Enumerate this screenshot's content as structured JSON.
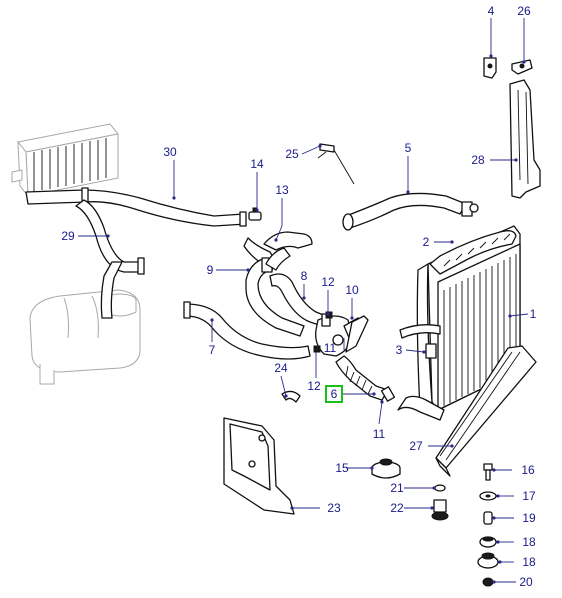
{
  "diagram": {
    "highlighted_callout": "6",
    "colors": {
      "callout_text": "#1a1a8c",
      "highlight_box": "#1bbf1b",
      "part_outline": "#111111",
      "context_outline": "#a8a8a8"
    },
    "callouts": [
      {
        "id": "c4",
        "label": "4"
      },
      {
        "id": "c26",
        "label": "26"
      },
      {
        "id": "c28",
        "label": "28"
      },
      {
        "id": "c5",
        "label": "5"
      },
      {
        "id": "c30",
        "label": "30"
      },
      {
        "id": "c14",
        "label": "14"
      },
      {
        "id": "c25",
        "label": "25"
      },
      {
        "id": "c13",
        "label": "13"
      },
      {
        "id": "c29",
        "label": "29"
      },
      {
        "id": "c2",
        "label": "2"
      },
      {
        "id": "c9",
        "label": "9"
      },
      {
        "id": "c8",
        "label": "8"
      },
      {
        "id": "c12a",
        "label": "12"
      },
      {
        "id": "c10",
        "label": "10"
      },
      {
        "id": "c1",
        "label": "1"
      },
      {
        "id": "c7",
        "label": "7"
      },
      {
        "id": "c11a",
        "label": "11"
      },
      {
        "id": "c3",
        "label": "3"
      },
      {
        "id": "c24",
        "label": "24"
      },
      {
        "id": "c12b",
        "label": "12"
      },
      {
        "id": "c6",
        "label": "6"
      },
      {
        "id": "c11b",
        "label": "11"
      },
      {
        "id": "c27",
        "label": "27"
      },
      {
        "id": "c15",
        "label": "15"
      },
      {
        "id": "c16",
        "label": "16"
      },
      {
        "id": "c21",
        "label": "21"
      },
      {
        "id": "c17",
        "label": "17"
      },
      {
        "id": "c22",
        "label": "22"
      },
      {
        "id": "c23",
        "label": "23"
      },
      {
        "id": "c19",
        "label": "19"
      },
      {
        "id": "c18a",
        "label": "18"
      },
      {
        "id": "c18b",
        "label": "18"
      },
      {
        "id": "c20",
        "label": "20"
      }
    ]
  }
}
